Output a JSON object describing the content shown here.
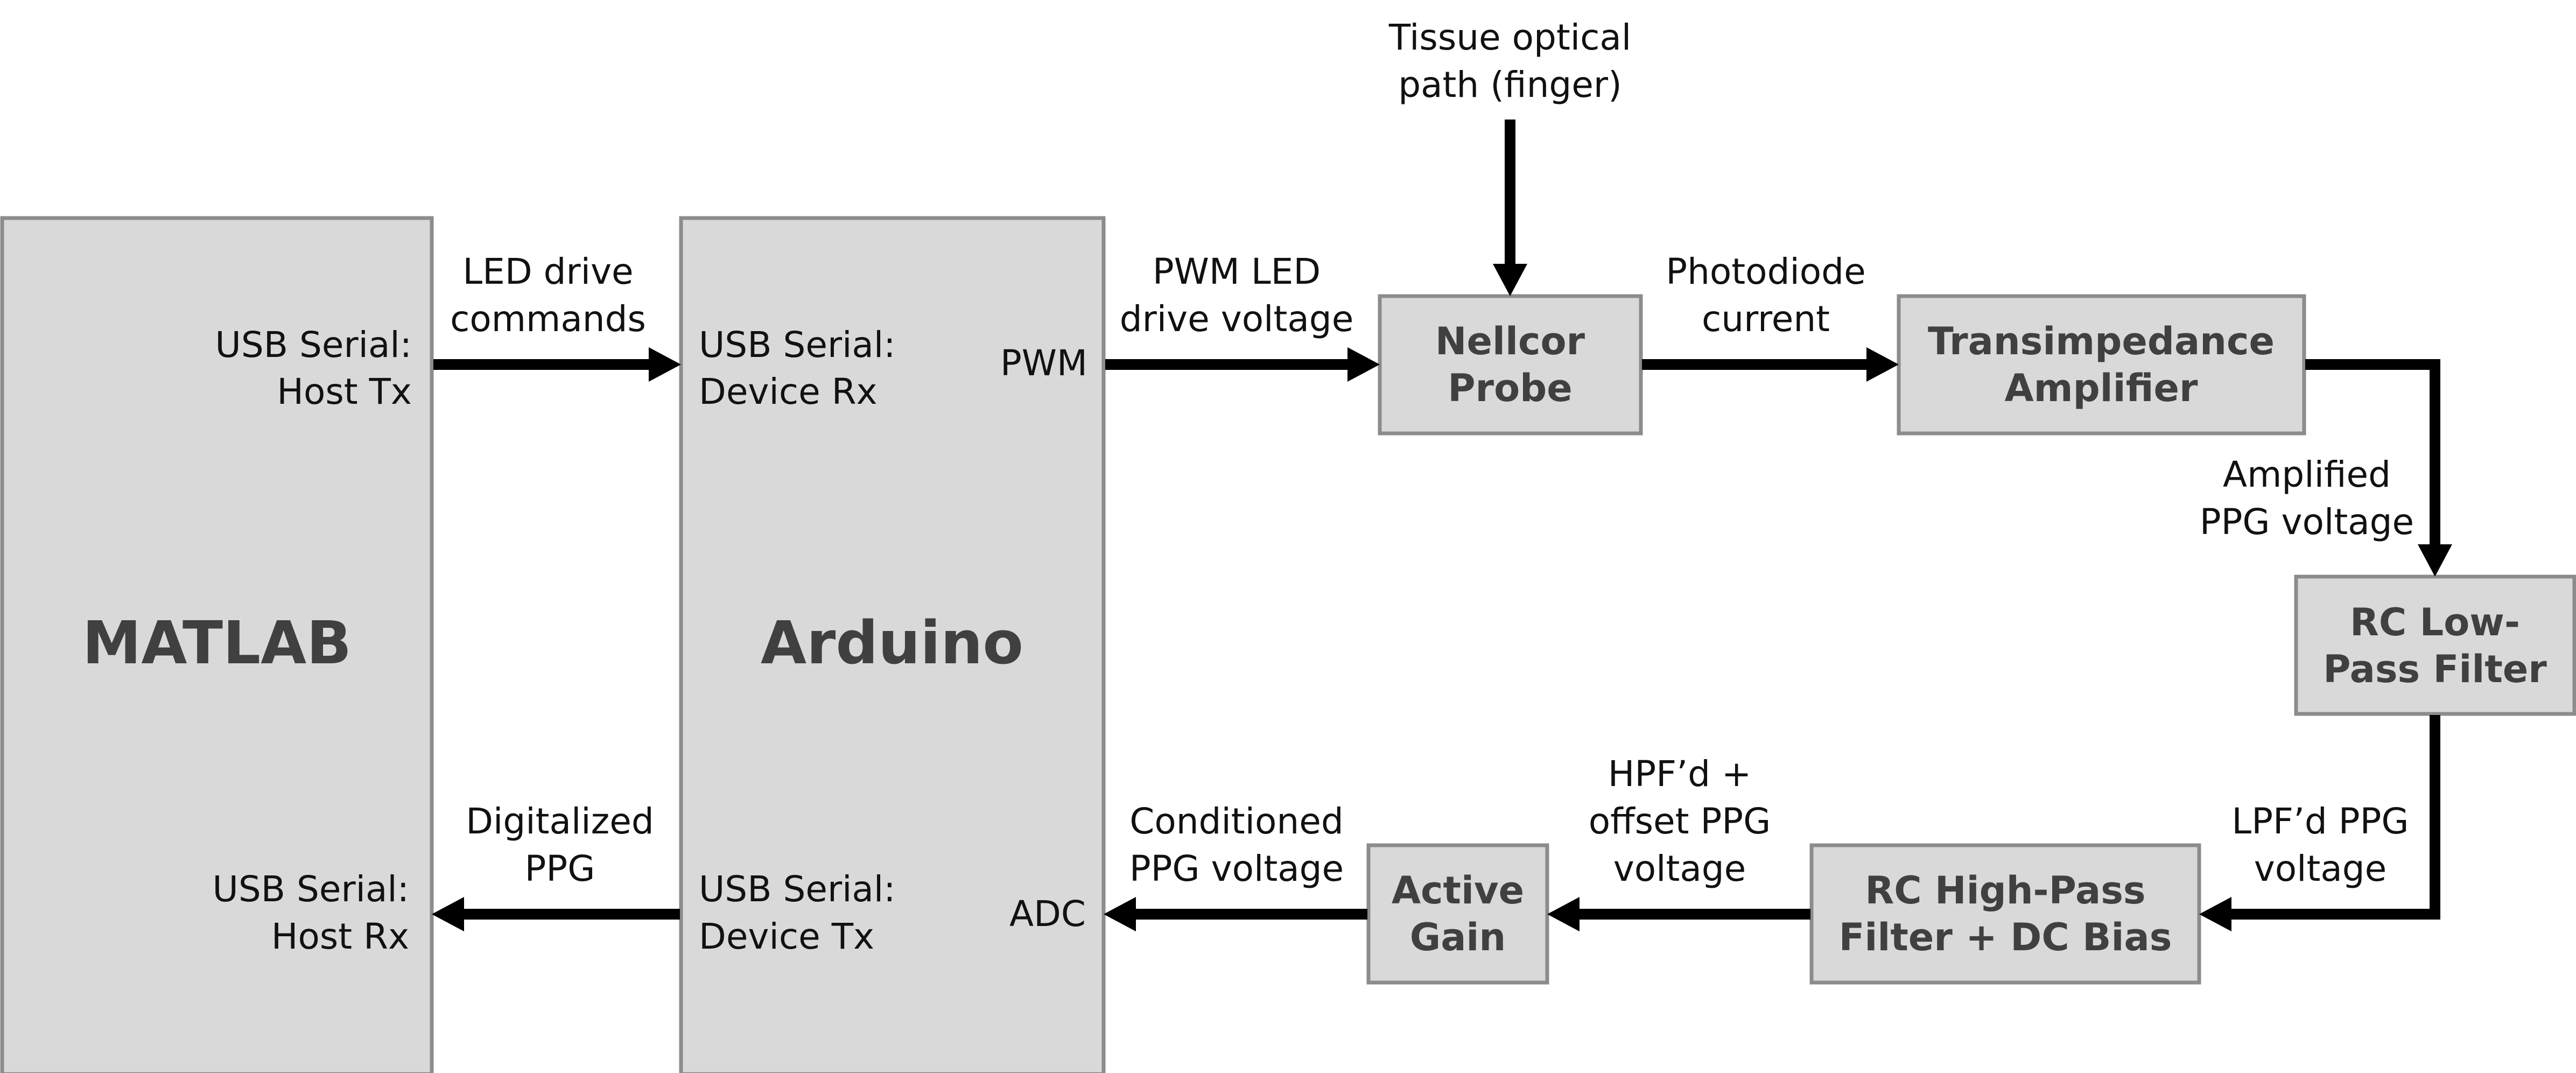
{
  "blocks": {
    "matlab": {
      "title": "MATLAB",
      "tx_line1": "USB Serial:",
      "tx_line2": "Host Tx",
      "rx_line1": "USB Serial:",
      "rx_line2": "Host Rx"
    },
    "arduino": {
      "title": "Arduino",
      "rx_line1": "USB Serial:",
      "rx_line2": "Device Rx",
      "tx_line1": "USB Serial:",
      "tx_line2": "Device Tx",
      "pwm": "PWM",
      "adc": "ADC"
    },
    "probe": {
      "line1": "Nellcor",
      "line2": "Probe"
    },
    "tia": {
      "line1": "Transimpedance",
      "line2": "Amplifier"
    },
    "lpf": {
      "line1": "RC Low-",
      "line2": "Pass Filter"
    },
    "hpf": {
      "line1": "RC High-Pass",
      "line2": "Filter + DC Bias"
    },
    "gain": {
      "line1": "Active",
      "line2": "Gain"
    }
  },
  "signals": {
    "led_cmd": {
      "line1": "LED drive",
      "line2": "commands"
    },
    "pwm_v": {
      "line1": "PWM LED",
      "line2": "drive voltage"
    },
    "tissue": {
      "line1": "Tissue optical",
      "line2": "path (finger)"
    },
    "pd_current": {
      "line1": "Photodiode",
      "line2": "current"
    },
    "amp_ppg": {
      "line1": "Amplified",
      "line2": "PPG voltage"
    },
    "lpf_ppg": {
      "line1": "LPF’d PPG",
      "line2": "voltage"
    },
    "hpf_ppg": {
      "line1": "HPF’d +",
      "line2": "offset PPG",
      "line3": "voltage"
    },
    "cond_ppg": {
      "line1": "Conditioned",
      "line2": "PPG voltage"
    },
    "digital_ppg": {
      "line1": "Digitalized",
      "line2": "PPG"
    }
  }
}
